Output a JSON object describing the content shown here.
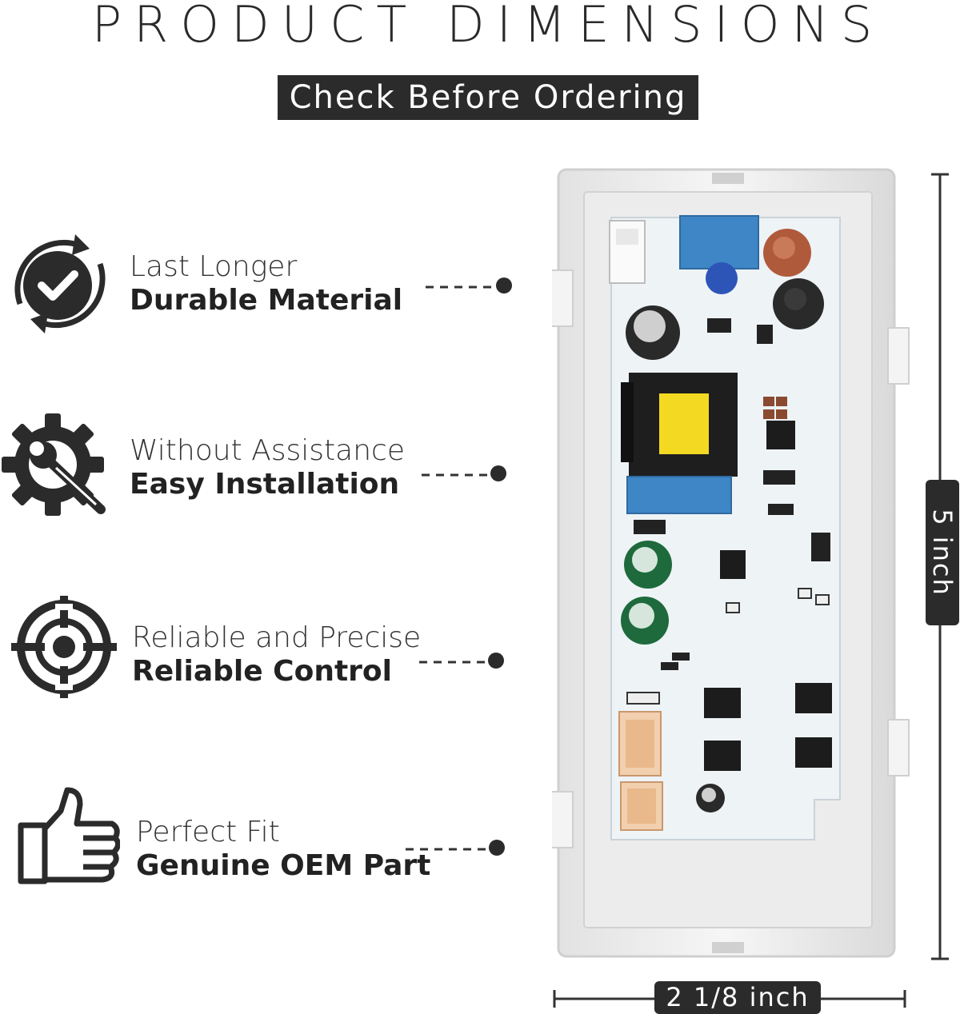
{
  "header": {
    "title": "PRODUCT DIMENSIONS",
    "subtitle": "Check Before Ordering"
  },
  "features": [
    {
      "icon": "check-cycle-icon",
      "line1": "Last Longer",
      "line2": "Durable Material"
    },
    {
      "icon": "gear-wrench-icon",
      "line1": "Without Assistance",
      "line2": "Easy Installation"
    },
    {
      "icon": "target-icon",
      "line1": "Reliable and Precise",
      "line2": "Reliable Control"
    },
    {
      "icon": "thumbs-up-icon",
      "line1": "Perfect Fit",
      "line2": "Genuine OEM Part"
    }
  ],
  "dimensions": {
    "height": "5 inch",
    "width": "2 1/8 inch"
  },
  "colors": {
    "dark": "#2b2b2b",
    "board": "#eef3f6",
    "case": "#f2f2f2"
  }
}
